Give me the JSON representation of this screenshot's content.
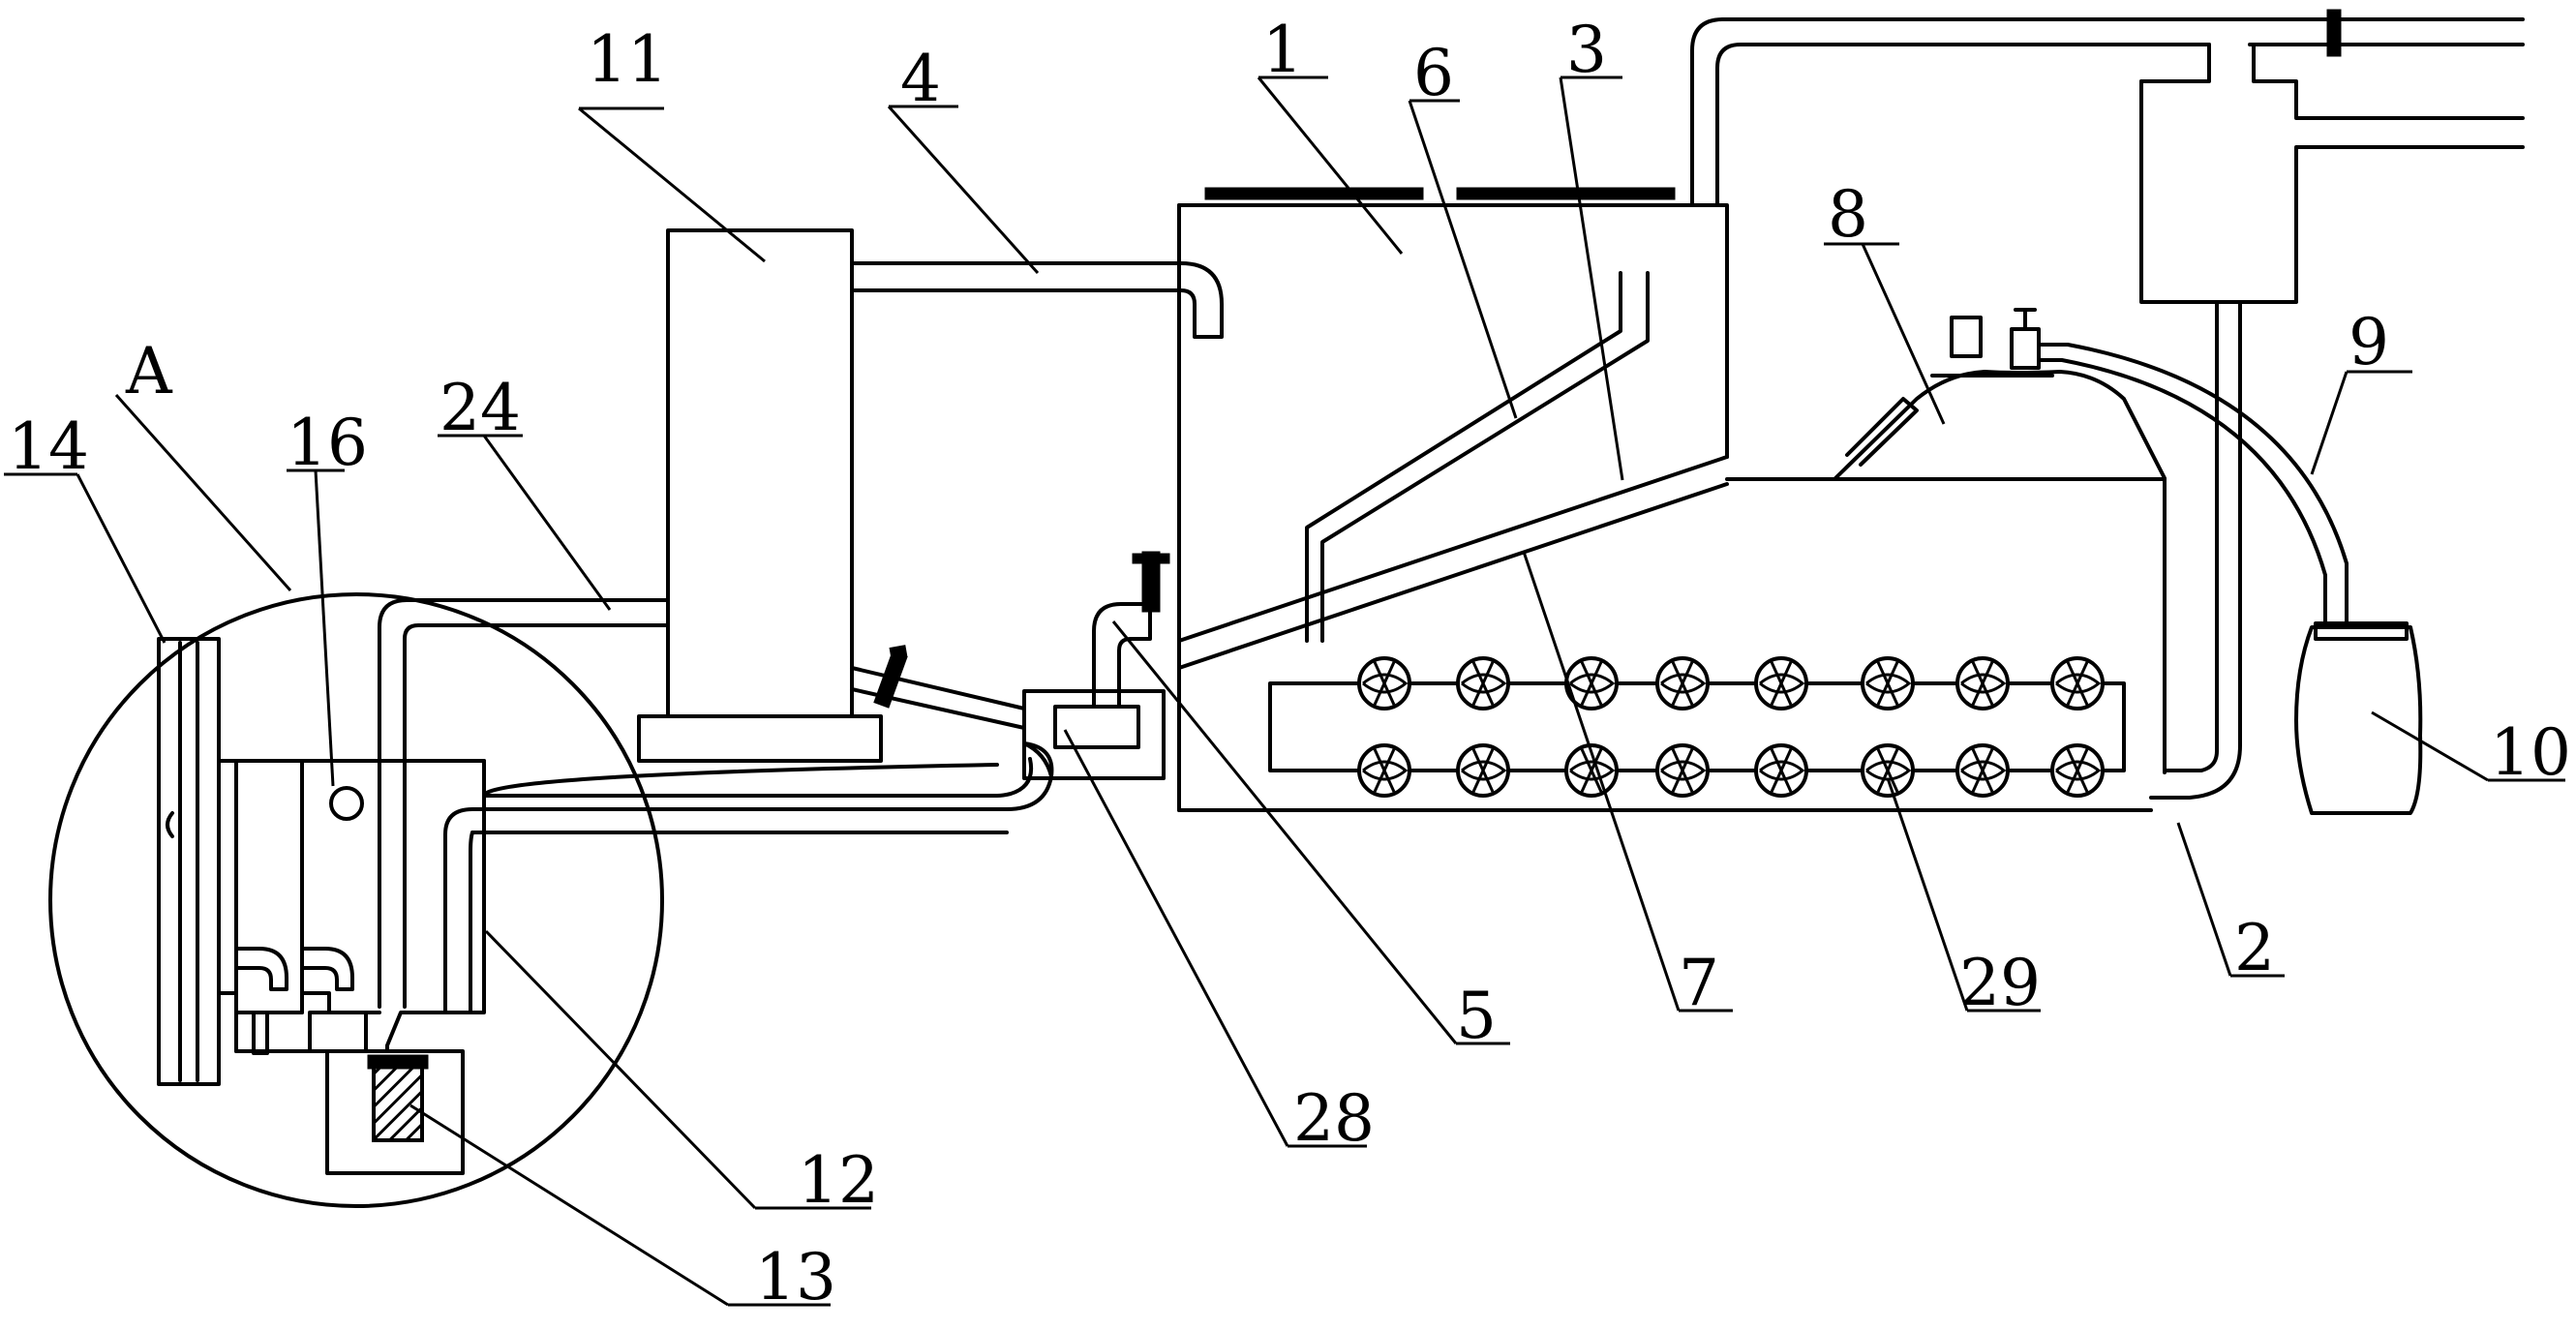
{
  "labels": {
    "l1": "1",
    "l2": "2",
    "l3": "3",
    "l4": "4",
    "l5": "5",
    "l6": "6",
    "l7": "7",
    "l8": "8",
    "l9": "9",
    "l10": "10",
    "l11": "11",
    "l12": "12",
    "l13": "13",
    "l14": "14",
    "l16": "16",
    "l24": "24",
    "l28": "28",
    "l29": "29",
    "lA": "A"
  }
}
